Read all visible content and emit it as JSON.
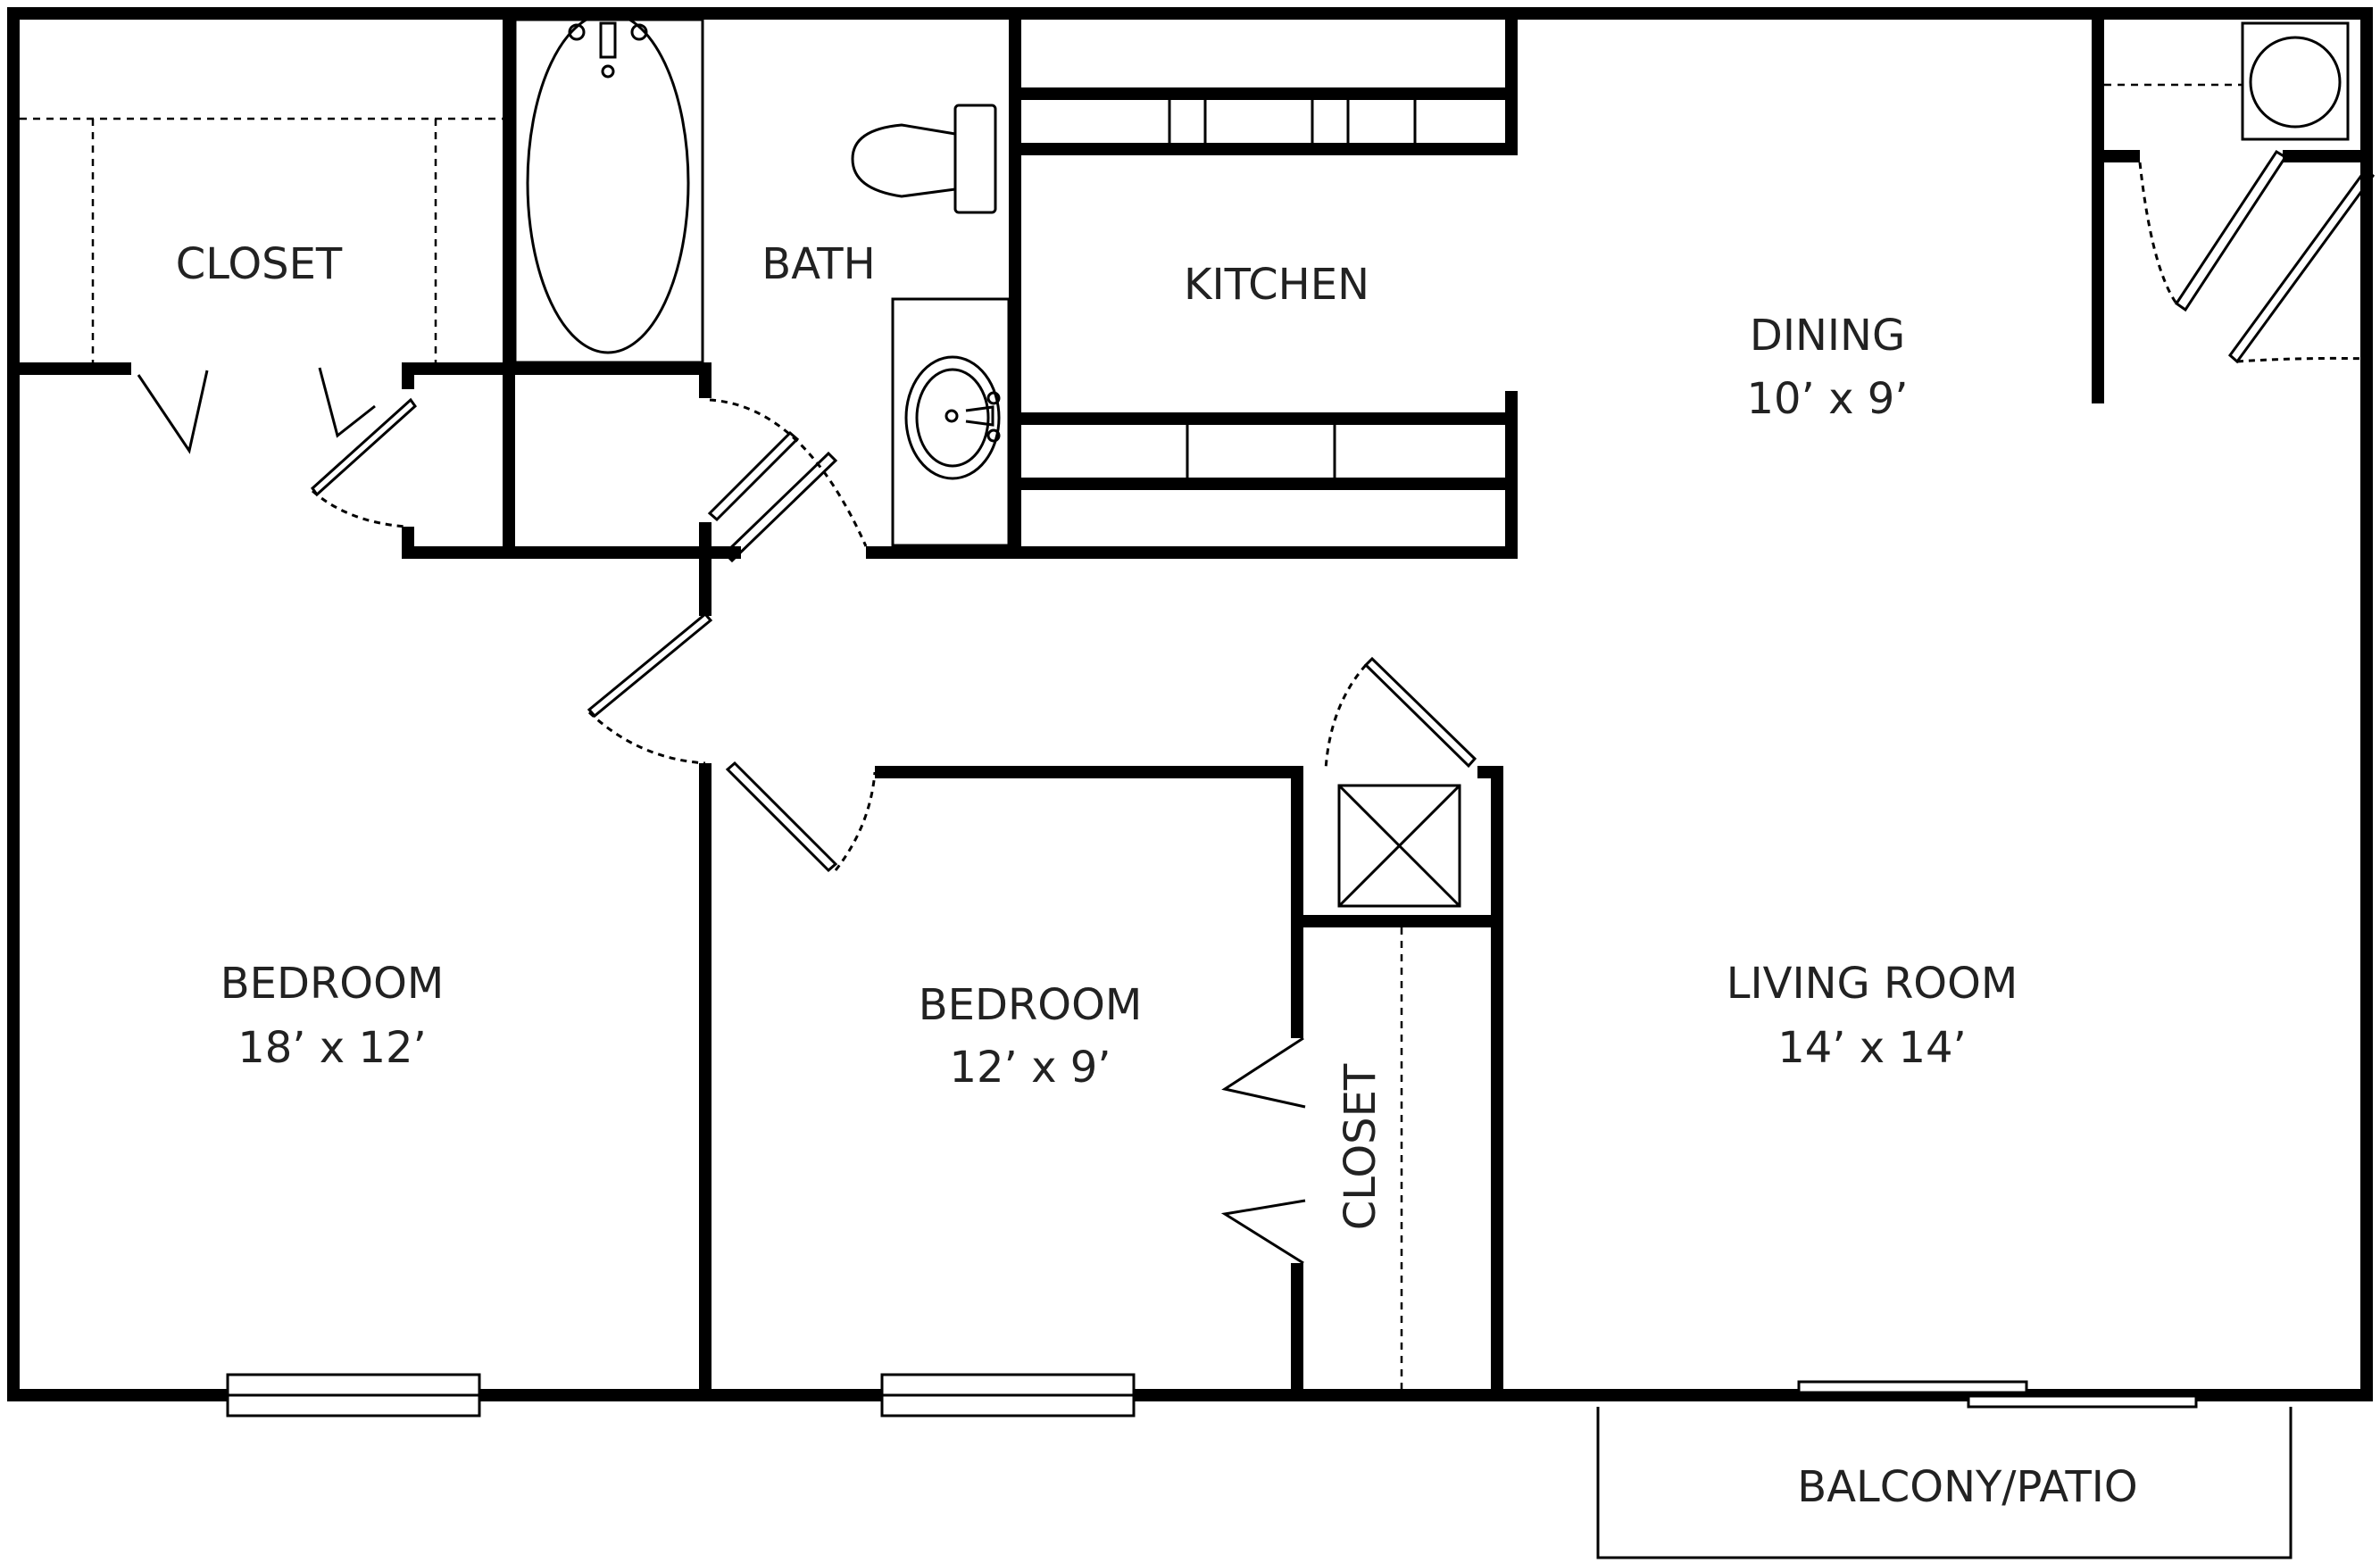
{
  "rooms": {
    "closet_main": {
      "name": "CLOSET"
    },
    "bath": {
      "name": "BATH"
    },
    "kitchen": {
      "name": "KITCHEN"
    },
    "dining": {
      "name": "DINING",
      "size": "10’ x 9’"
    },
    "bedroom_1": {
      "name": "BEDROOM",
      "size": "18’ x 12’"
    },
    "bedroom_2": {
      "name": "BEDROOM",
      "size": "12’ x 9’"
    },
    "closet_bedroom_2": {
      "name": "CLOSET"
    },
    "living_room": {
      "name": "LIVING ROOM",
      "size": "14’ x 14’"
    },
    "balcony": {
      "name": "BALCONY/PATIO"
    }
  }
}
